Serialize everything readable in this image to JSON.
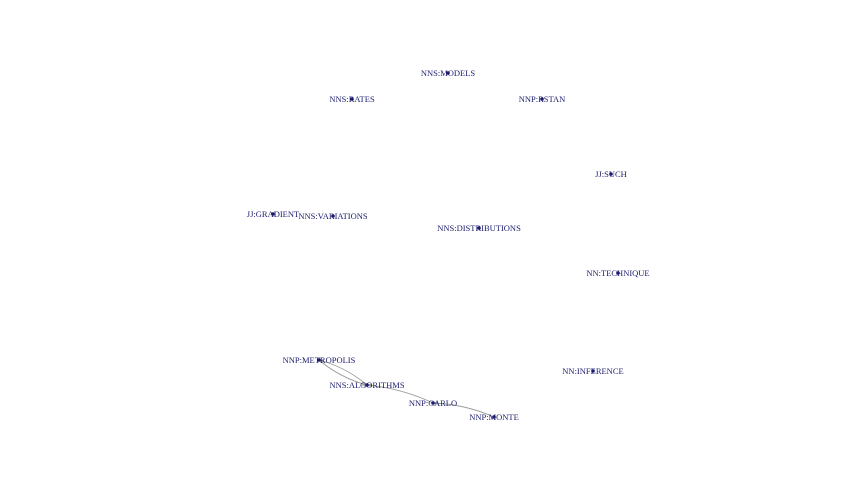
{
  "graph": {
    "nodes": [
      {
        "id": "models",
        "label": "NNS:MODELS"
      },
      {
        "id": "rates",
        "label": "NNS:RATES"
      },
      {
        "id": "rstan",
        "label": "NNP:RSTAN"
      },
      {
        "id": "such",
        "label": "JJ:SUCH"
      },
      {
        "id": "gradient",
        "label": "JJ:GRADIENT"
      },
      {
        "id": "variations",
        "label": "NNS:VARIATIONS"
      },
      {
        "id": "distributions",
        "label": "NNS:DISTRIBUTIONS"
      },
      {
        "id": "technique",
        "label": "NN:TECHNIQUE"
      },
      {
        "id": "metropolis",
        "label": "NNP:METROPOLIS"
      },
      {
        "id": "inference",
        "label": "NN:INFERENCE"
      },
      {
        "id": "algorithms",
        "label": "NNS:ALGORITHMS"
      },
      {
        "id": "carlo",
        "label": "NNP:CARLO"
      },
      {
        "id": "monte",
        "label": "NNP:MONTE"
      }
    ],
    "edges": [
      {
        "from": "metropolis",
        "to": "algorithms"
      },
      {
        "from": "algorithms",
        "to": "metropolis"
      },
      {
        "from": "carlo",
        "to": "algorithms"
      },
      {
        "from": "monte",
        "to": "carlo"
      }
    ],
    "colors": {
      "node": "#1a1a6e",
      "edge": "#9a9a9a",
      "background": "#ffffff"
    }
  }
}
